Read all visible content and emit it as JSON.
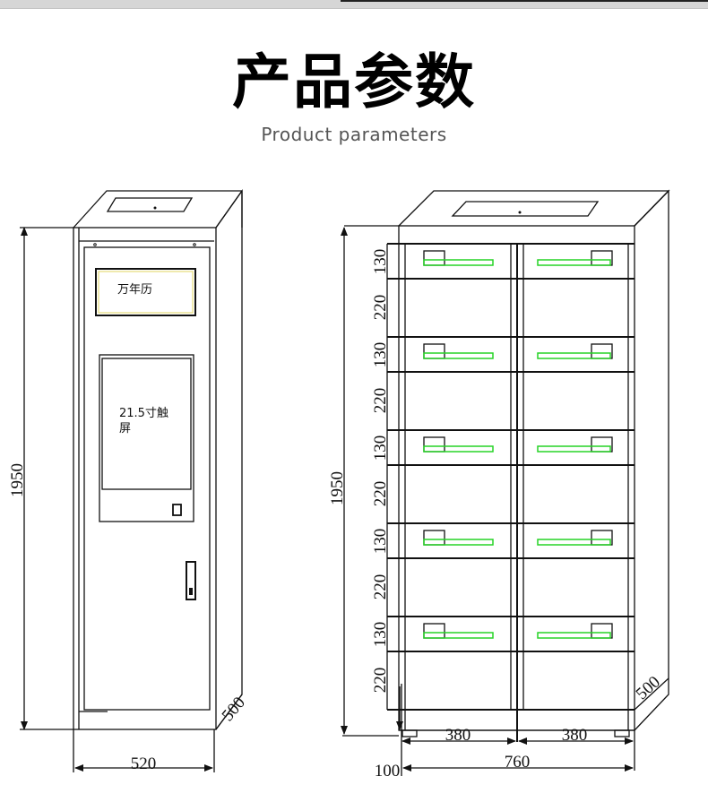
{
  "header": {
    "title": "产品参数",
    "subtitle": "Product parameters"
  },
  "left_cabinet": {
    "calendar_label": "万年历",
    "screen_label_line1": "21.5寸触",
    "screen_label_line2": "屏",
    "height": "1950",
    "width": "520",
    "depth": "500"
  },
  "right_cabinet": {
    "height": "1950",
    "depth": "500",
    "total_width": "760",
    "left_column_width": "380",
    "right_column_width": "380",
    "base_height": "100",
    "row_heights": [
      "130",
      "220",
      "130",
      "220",
      "130",
      "220",
      "130",
      "220",
      "130",
      "220"
    ],
    "handle_color": "#27d427"
  }
}
